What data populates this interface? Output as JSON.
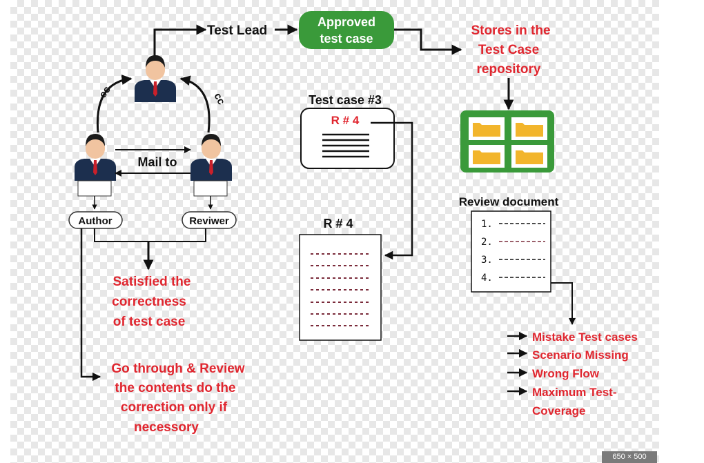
{
  "flow": {
    "test_lead": "Test Lead",
    "approved": [
      "Approved",
      "test case"
    ],
    "stores": [
      "Stores in the",
      "Test Case",
      "repository"
    ],
    "cc_left": "cc",
    "cc_right": "cc",
    "mail_to": "Mail to",
    "author": "Author",
    "reviewer": "Reviwer",
    "satisfied": [
      "Satisfied the",
      "correctness",
      "of test case"
    ],
    "go_through": [
      "Go through & Review",
      "the contents do the",
      "correction only if",
      "necessory"
    ]
  },
  "test_case": {
    "title": "Test case #3",
    "ref": "R # 4",
    "doc_title": "R # 4"
  },
  "review": {
    "title": "Review document",
    "items": [
      "1.",
      "2.",
      "3.",
      "4."
    ],
    "outcomes": [
      "Mistake Test cases",
      "Scenario Missing",
      "Wrong Flow",
      "Maximum Test-",
      "Coverage"
    ]
  },
  "badge": "650 × 500",
  "colors": {
    "accent_red": "#e0262f",
    "green": "#3a9a3a",
    "suit": "#1c2f4e",
    "tie": "#c9202a",
    "folder": "#f2b52c"
  }
}
